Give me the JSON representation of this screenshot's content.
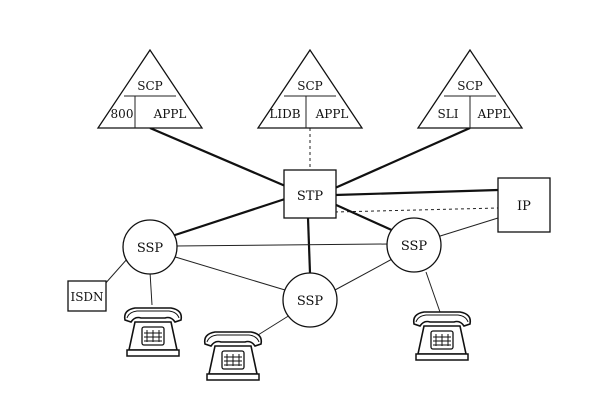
{
  "scp_nodes": [
    {
      "top": "SCP",
      "left": "800",
      "right": "APPL"
    },
    {
      "top": "SCP",
      "left": "LIDB",
      "right": "APPL"
    },
    {
      "top": "SCP",
      "left": "SLI",
      "right": "APPL"
    }
  ],
  "stp_label": "STP",
  "ip_label": "IP",
  "ssp_nodes": [
    "SSP",
    "SSP",
    "SSP"
  ],
  "isdn_label": "ISDN",
  "phones": [
    "telephone-icon",
    "telephone-icon",
    "telephone-icon"
  ]
}
